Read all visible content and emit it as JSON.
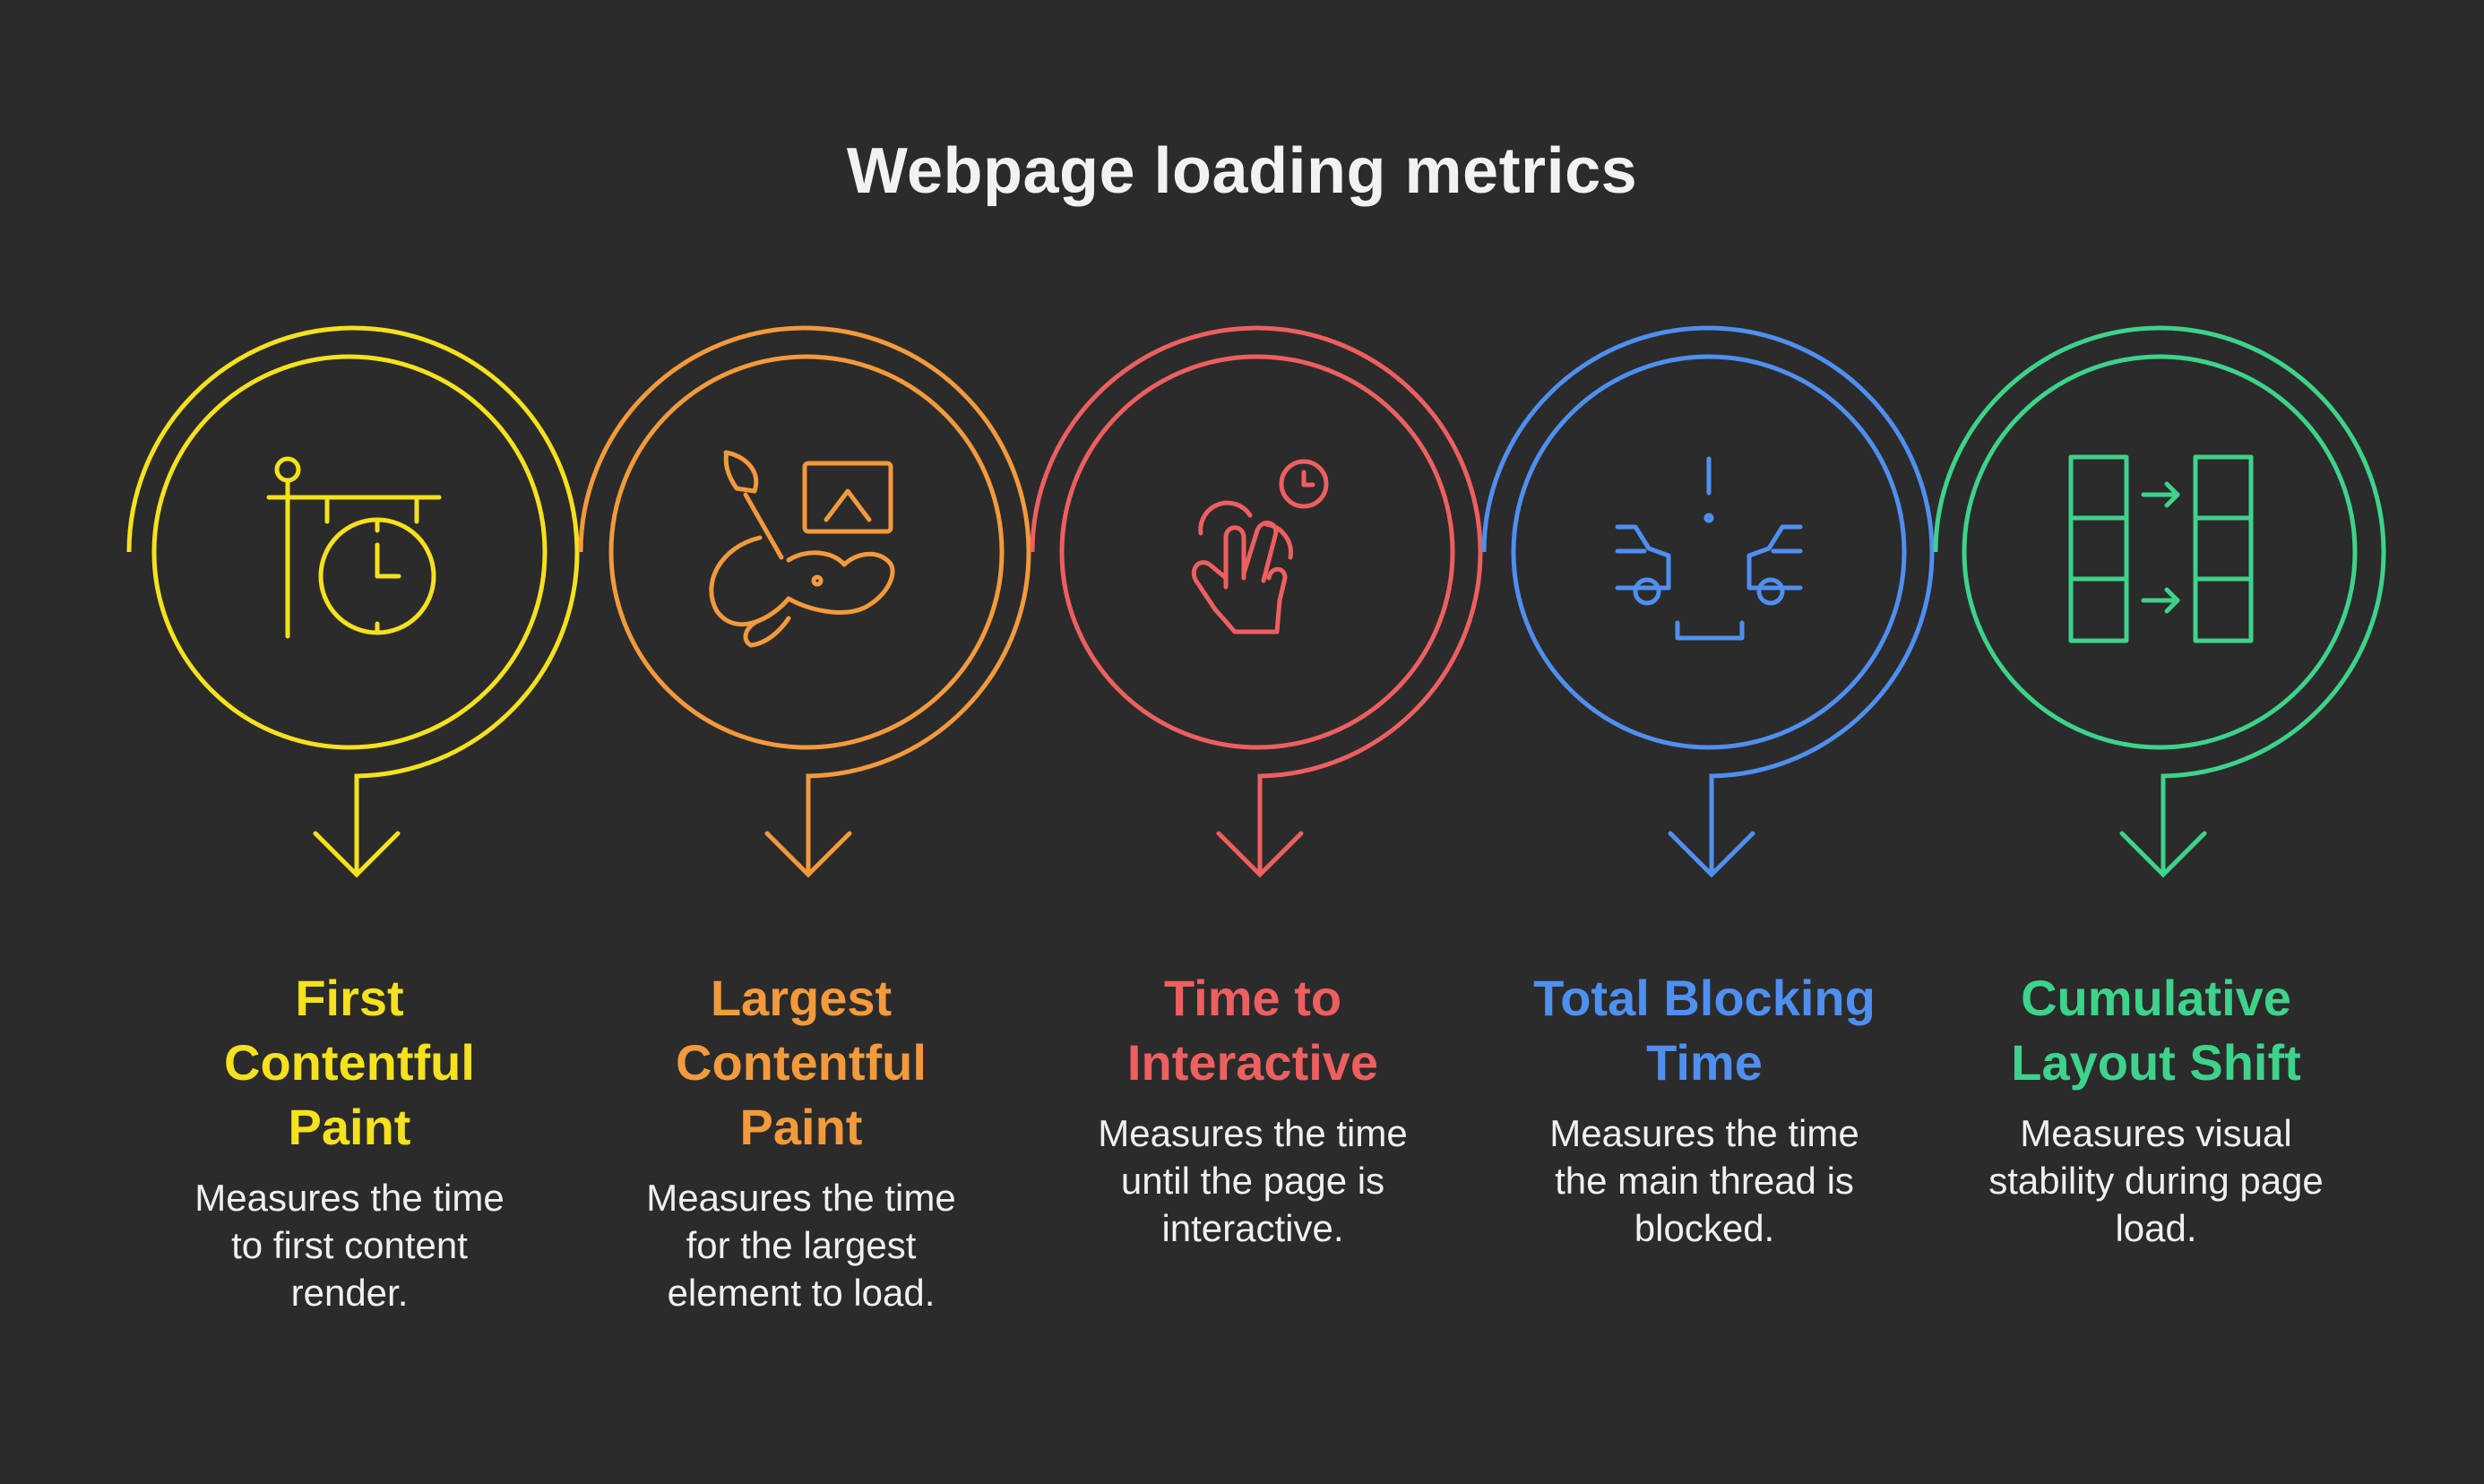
{
  "title": "Webpage loading metrics",
  "metrics": [
    {
      "title_lines": [
        "First",
        "Contentful",
        "Paint"
      ],
      "description_lines": [
        "Measures the time",
        "to first content",
        "render."
      ],
      "color": "#f5e11d",
      "icon": "signpost-clock-icon"
    },
    {
      "title_lines": [
        "Largest",
        "Contentful",
        "Paint"
      ],
      "description_lines": [
        "Measures the time",
        "for the largest",
        "element to load."
      ],
      "color": "#f39a3c",
      "icon": "paintbrush-elephant-image-icon"
    },
    {
      "title_lines": [
        "Time to",
        "Interactive"
      ],
      "description_lines": [
        "Measures the time",
        "until the page is",
        "interactive."
      ],
      "color": "#ee5f5f",
      "icon": "hand-tap-clock-icon"
    },
    {
      "title_lines": [
        "Total Blocking",
        "Time"
      ],
      "description_lines": [
        "Measures the time",
        "the main thread is",
        "blocked."
      ],
      "color": "#4f8ff0",
      "icon": "blocked-cars-icon"
    },
    {
      "title_lines": [
        "Cumulative",
        "Layout Shift"
      ],
      "description_lines": [
        "Measures visual",
        "stability during page",
        "load."
      ],
      "color": "#3dd38a",
      "icon": "layout-shift-blocks-icon"
    }
  ]
}
